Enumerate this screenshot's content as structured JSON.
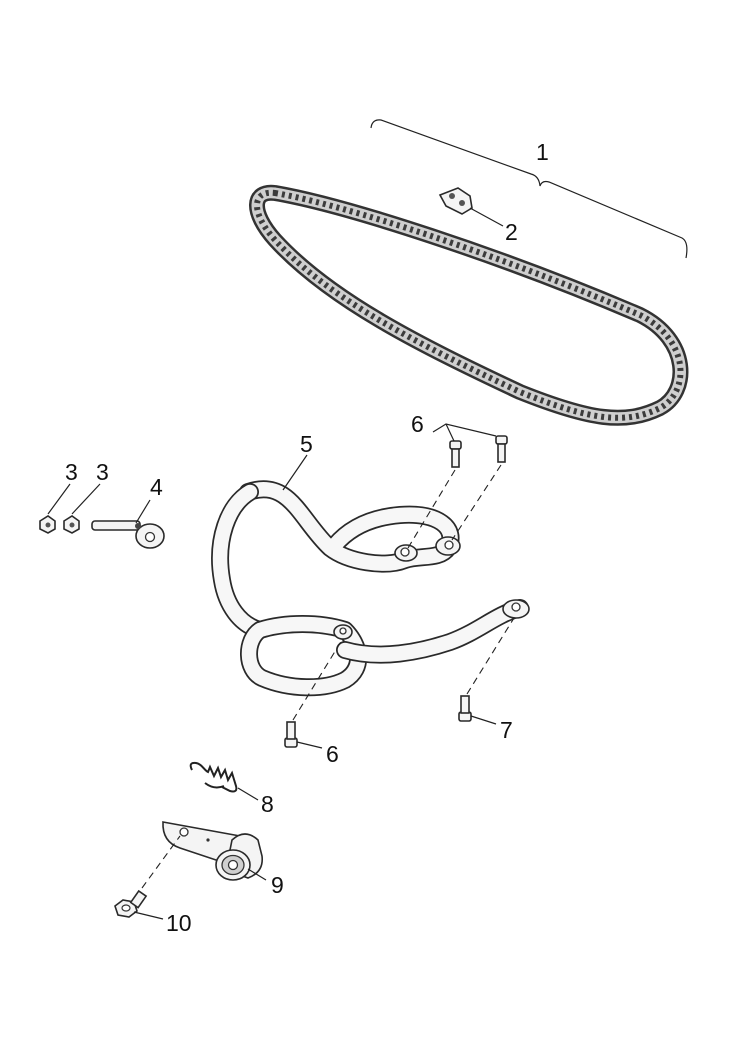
{
  "callouts": [
    {
      "id": "p1",
      "label": "1"
    },
    {
      "id": "p2",
      "label": "2"
    },
    {
      "id": "p3a",
      "label": "3"
    },
    {
      "id": "p3b",
      "label": "3"
    },
    {
      "id": "p4",
      "label": "4"
    },
    {
      "id": "p5",
      "label": "5"
    },
    {
      "id": "p6a",
      "label": "6"
    },
    {
      "id": "p6b",
      "label": "6"
    },
    {
      "id": "p7",
      "label": "7"
    },
    {
      "id": "p8",
      "label": "8"
    },
    {
      "id": "p9",
      "label": "9"
    },
    {
      "id": "p10",
      "label": "10"
    }
  ]
}
